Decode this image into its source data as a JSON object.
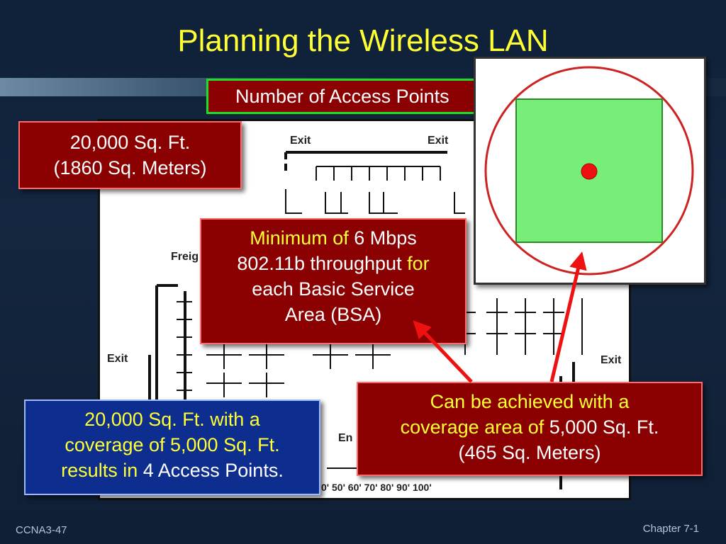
{
  "slide": {
    "title": "Planning the Wireless LAN",
    "subtitle": "Number of Access Points",
    "footer_left": "CCNA3-47",
    "footer_right": "Chapter 7-1"
  },
  "floorplan": {
    "labels": {
      "exit_top_left": "Exit",
      "exit_top_right": "Exit",
      "exit_left": "Exit",
      "exit_right": "Exit",
      "freight": "Freig",
      "entry": "En",
      "scale": "0' 50' 60' 70' 80' 90' 100'"
    }
  },
  "callouts": {
    "area": {
      "line1": "20,000 Sq. Ft.",
      "line2": "(1860 Sq. Meters)"
    },
    "throughput": {
      "p1": "Minimum of ",
      "p2": "6 Mbps",
      "p3": "802.11b throughput ",
      "p4": "for",
      "p5": "each Basic Service",
      "p6": "Area (BSA)"
    },
    "coverage": {
      "p1": "Can be achieved with a",
      "p2": "coverage area of ",
      "p3": "5,000 Sq. Ft.",
      "p4": "(465 Sq. Meters)"
    },
    "result": {
      "p1": "20,000 Sq. Ft. with a",
      "p2": "coverage of 5,000 Sq. Ft.",
      "p3": "results in ",
      "p4": "4 Access Points."
    }
  },
  "colors": {
    "title": "#ffff33",
    "callout_red": "#8b0000",
    "callout_blue": "#0d2d8f",
    "coverage_square": "#77ee77",
    "coverage_circle": "#cc2222",
    "arrow": "#ee1111"
  }
}
